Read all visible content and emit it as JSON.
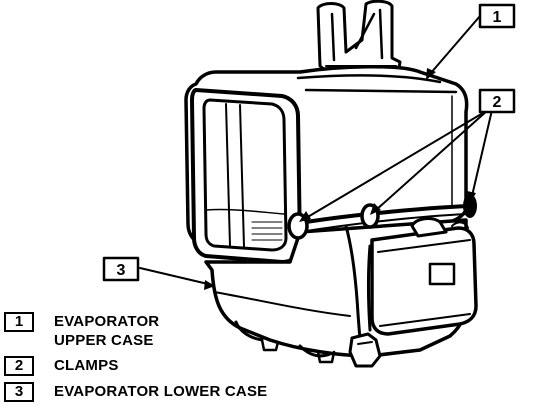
{
  "callouts": [
    {
      "number": "1"
    },
    {
      "number": "2"
    },
    {
      "number": "3"
    }
  ],
  "legend": [
    {
      "number": "1",
      "lines": [
        "EVAPORATOR",
        "UPPER CASE"
      ]
    },
    {
      "number": "2",
      "lines": [
        "CLAMPS"
      ]
    },
    {
      "number": "3",
      "lines": [
        "EVAPORATOR LOWER CASE"
      ]
    }
  ],
  "colors": {
    "ink": "#000000",
    "paper": "#ffffff"
  }
}
